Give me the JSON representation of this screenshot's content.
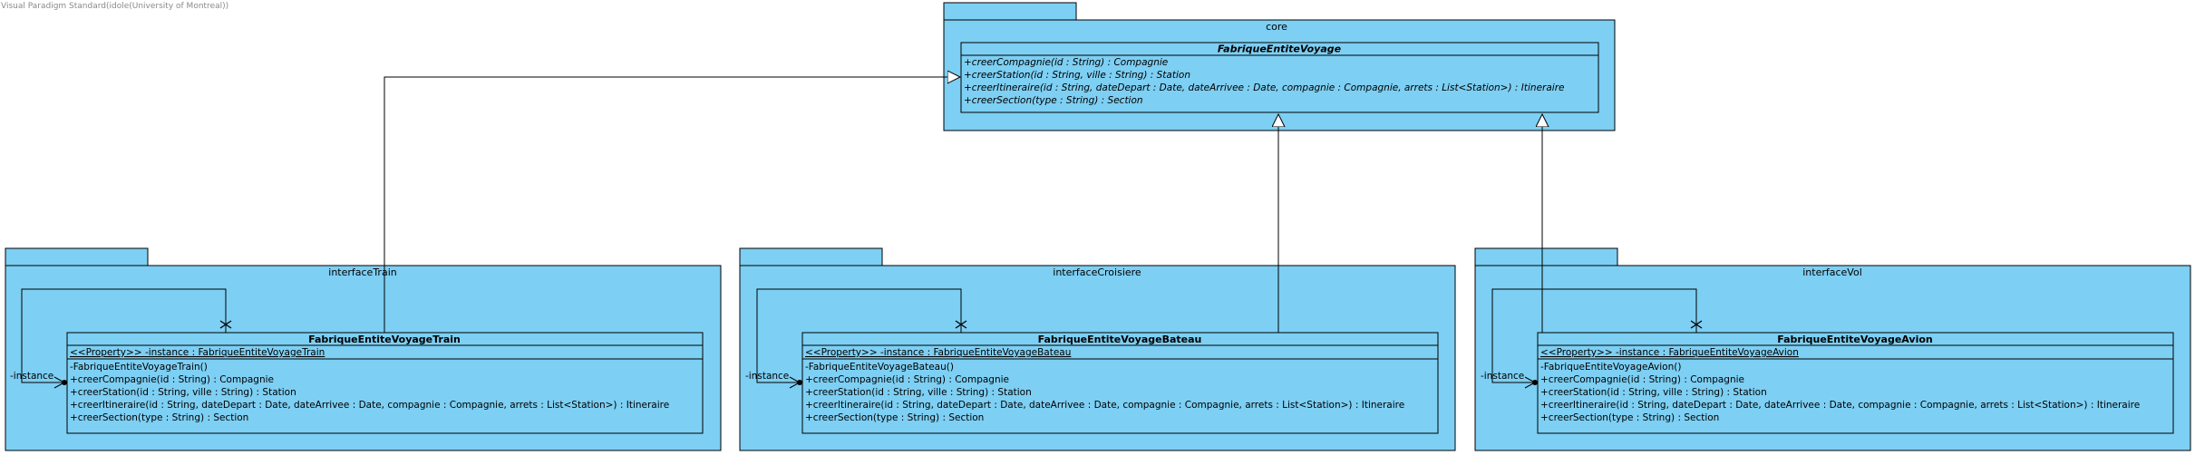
{
  "watermark": "Visual Paradigm Standard(idole(University of Montreal))",
  "colors": {
    "package_fill": "#7dcff3",
    "stroke": "#000000"
  },
  "core": {
    "package_name": "core",
    "class_name": "FabriqueEntiteVoyage",
    "operations": [
      "+creerCompagnie(id : String) : Compagnie",
      "+creerStation(id : String, ville : String) : Station",
      "+creerItineraire(id : String, dateDepart : Date, dateArrivee : Date, compagnie : Compagnie, arrets : List<Station>) : Itineraire",
      "+creerSection(type : String) : Section"
    ]
  },
  "train": {
    "package_name": "interfaceTrain",
    "class_name": "FabriqueEntiteVoyageTrain",
    "attribute": "<<Property>> -instance : FabriqueEntiteVoyageTrain",
    "operations": [
      "-FabriqueEntiteVoyageTrain()",
      "+creerCompagnie(id : String) : Compagnie",
      "+creerStation(id : String, ville : String) : Station",
      "+creerItineraire(id : String, dateDepart : Date, dateArrivee : Date, compagnie : Compagnie, arrets : List<Station>) : Itineraire",
      "+creerSection(type : String) : Section"
    ],
    "role": "-instance"
  },
  "croisiere": {
    "package_name": "interfaceCroisiere",
    "class_name": "FabriqueEntiteVoyageBateau",
    "attribute": "<<Property>> -instance : FabriqueEntiteVoyageBateau",
    "operations": [
      "-FabriqueEntiteVoyageBateau()",
      "+creerCompagnie(id : String) : Compagnie",
      "+creerStation(id : String, ville : String) : Station",
      "+creerItineraire(id : String, dateDepart : Date, dateArrivee : Date, compagnie : Compagnie, arrets : List<Station>) : Itineraire",
      "+creerSection(type : String) : Section"
    ],
    "role": "-instance"
  },
  "vol": {
    "package_name": "interfaceVol",
    "class_name": "FabriqueEntiteVoyageAvion",
    "attribute": "<<Property>> -instance : FabriqueEntiteVoyageAvion",
    "operations": [
      "-FabriqueEntiteVoyageAvion()",
      "+creerCompagnie(id : String) : Compagnie",
      "+creerStation(id : String, ville : String) : Station",
      "+creerItineraire(id : String, dateDepart : Date, dateArrivee : Date, compagnie : Compagnie, arrets : List<Station>) : Itineraire",
      "+creerSection(type : String) : Section"
    ],
    "role": "-instance"
  }
}
